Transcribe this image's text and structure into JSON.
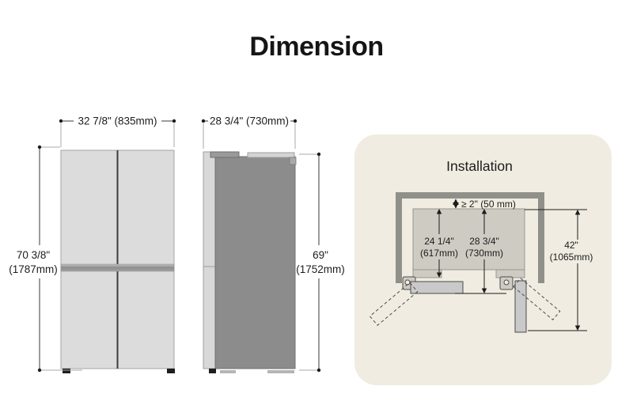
{
  "page": {
    "title": "Dimension"
  },
  "front_view": {
    "width": "32 7/8\" (835mm)",
    "height_in": "70 3/8\"",
    "height_mm": "(1787mm)"
  },
  "side_view": {
    "width": "28 3/4\" (730mm)",
    "height_in": "69\"",
    "height_mm": "(1752mm)"
  },
  "installation": {
    "title": "Installation",
    "top_clearance": "≥ 2\" (50 mm)",
    "cabinet_depth_in": "24 1/4\"",
    "cabinet_depth_mm": "(617mm)",
    "door_depth_in": "28 3/4\"",
    "door_depth_mm": "(730mm)",
    "open_depth_in": "42\"",
    "open_depth_mm": "(1065mm)"
  },
  "colors": {
    "panel_bg": "#f0ece1",
    "alcove_wall": "#90908a",
    "unit_fill": "#cecbc2",
    "door_fill": "#c9c9c9",
    "fridge_front": "#dcdcdc",
    "fridge_side": "#8c8c8c"
  }
}
